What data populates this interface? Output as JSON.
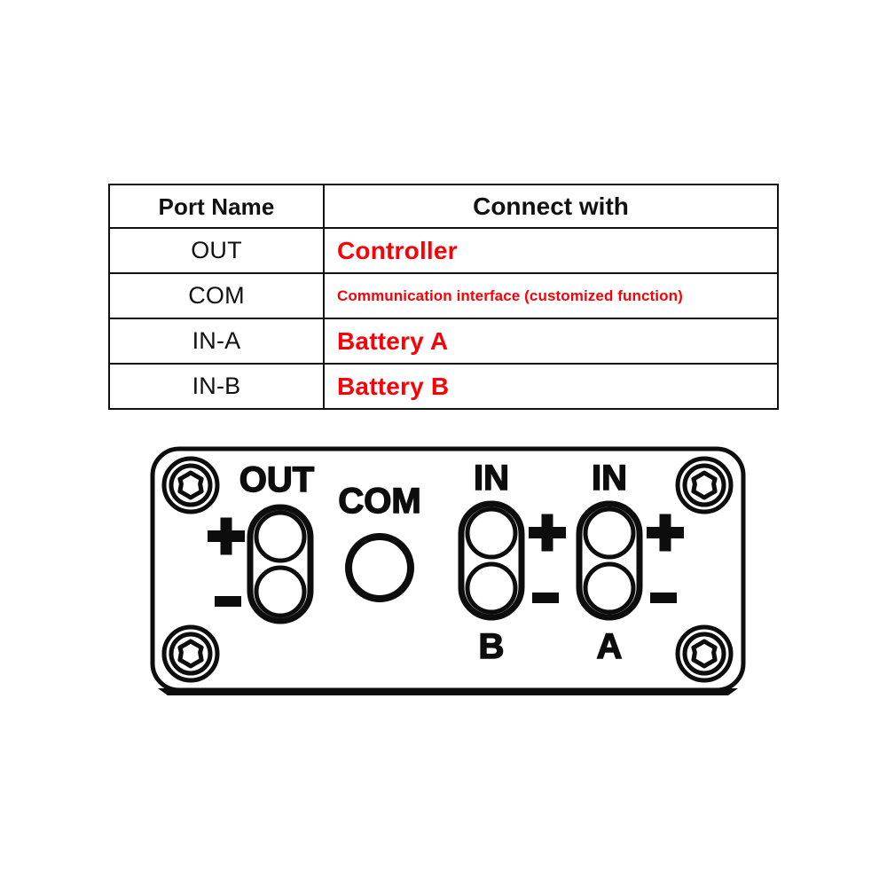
{
  "table": {
    "columns": [
      "Port Name",
      "Connect with"
    ],
    "rows": [
      {
        "port": "OUT",
        "connect": "Controller",
        "style": "big"
      },
      {
        "port": "COM",
        "connect": "Communication interface (customized function)",
        "style": "small"
      },
      {
        "port": "IN-A",
        "connect": "Battery A",
        "style": "big"
      },
      {
        "port": "IN-B",
        "connect": "Battery B",
        "style": "big"
      }
    ],
    "colors": {
      "connect_text": "#fb0007",
      "port_text": "#111111",
      "border": "#111111"
    }
  },
  "panel": {
    "connectors": [
      {
        "id": "out",
        "label_top": "OUT",
        "label_bottom": "",
        "type": "dual-terminal",
        "plus": "+",
        "minus": "-",
        "sign_side": "left"
      },
      {
        "id": "com",
        "label_top": "COM",
        "label_bottom": "",
        "type": "single-round",
        "plus": "",
        "minus": "",
        "sign_side": "none"
      },
      {
        "id": "in-b",
        "label_top": "IN",
        "label_bottom": "B",
        "type": "dual-terminal",
        "plus": "+",
        "minus": "-",
        "sign_side": "right"
      },
      {
        "id": "in-a",
        "label_top": "IN",
        "label_bottom": "A",
        "type": "dual-terminal",
        "plus": "+",
        "minus": "-",
        "sign_side": "right"
      }
    ],
    "screws": [
      {
        "position": "top-left"
      },
      {
        "position": "top-right"
      },
      {
        "position": "bottom-left"
      },
      {
        "position": "bottom-right"
      }
    ],
    "stroke_color": "#0d0d0d",
    "body_color": "#ffffff"
  }
}
